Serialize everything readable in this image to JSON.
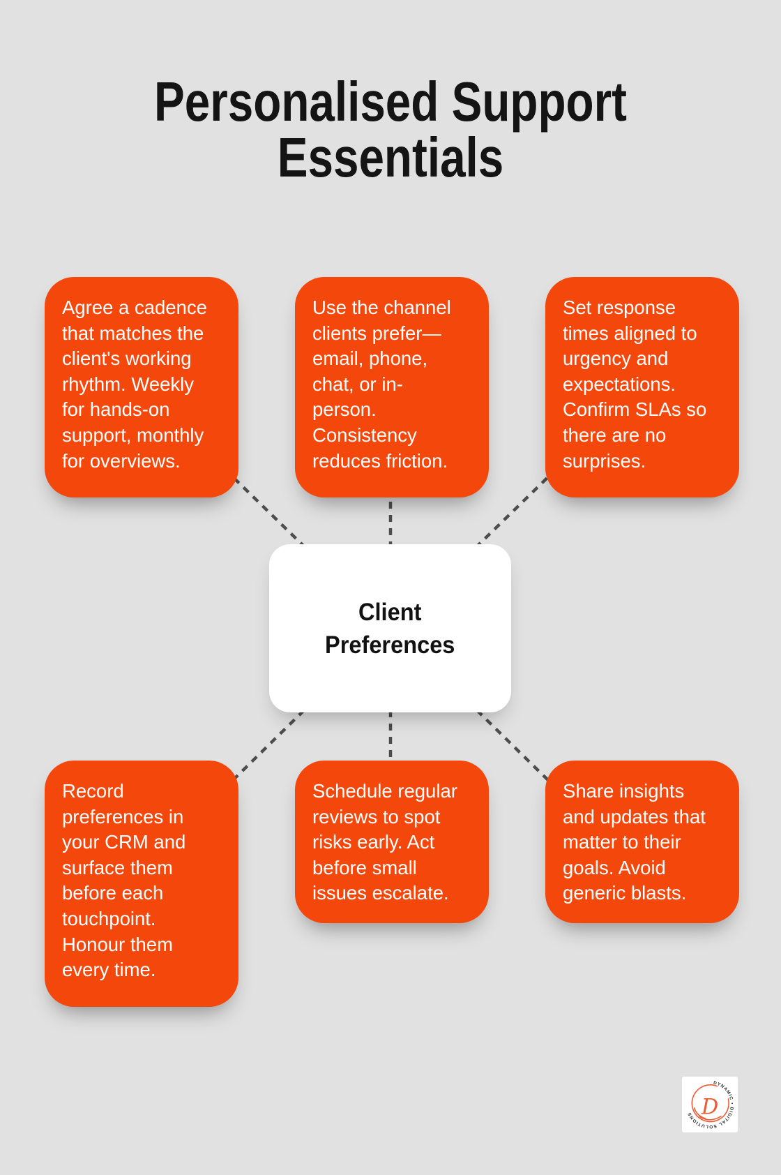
{
  "title": "Personalised Support\nEssentials",
  "center": {
    "label": "Client\nPreferences"
  },
  "nodes": [
    {
      "id": "cadence",
      "text": "Agree a cadence\nthat matches the\nclient's working\nrhythm. Weekly\nfor hands-on\nsupport, monthly\nfor overviews."
    },
    {
      "id": "channels",
      "text": "Use the channel\nclients prefer—\nemail, phone,\nchat, or in-\nperson.\nConsistency\nreduces friction."
    },
    {
      "id": "response-times",
      "text": "Set response\ntimes aligned to\nurgency and\nexpectations.\nConfirm SLAs so\nthere are no\nsurprises."
    },
    {
      "id": "crm-record",
      "text": "Record\npreferences in\nyour CRM and\nsurface them\nbefore each\ntouchpoint.\nHonour them\nevery time."
    },
    {
      "id": "reviews",
      "text": "Schedule regular\nreviews to spot\nrisks early. Act\nbefore small\nissues escalate."
    },
    {
      "id": "insights",
      "text": "Share insights\nand updates that\nmatter to their\ngoals. Avoid\ngeneric blasts."
    }
  ],
  "logo": {
    "ring_text": "DYNAMIC • DIGITAL SOLUTIONS",
    "monogram": "D"
  },
  "colors": {
    "accent_orange": "#F4470C",
    "background": "#E0E1E0",
    "connector": "#4D4D4D",
    "card_text": "#FFFFFF",
    "title_text": "#141414",
    "logo_orange": "#EE5B33"
  }
}
